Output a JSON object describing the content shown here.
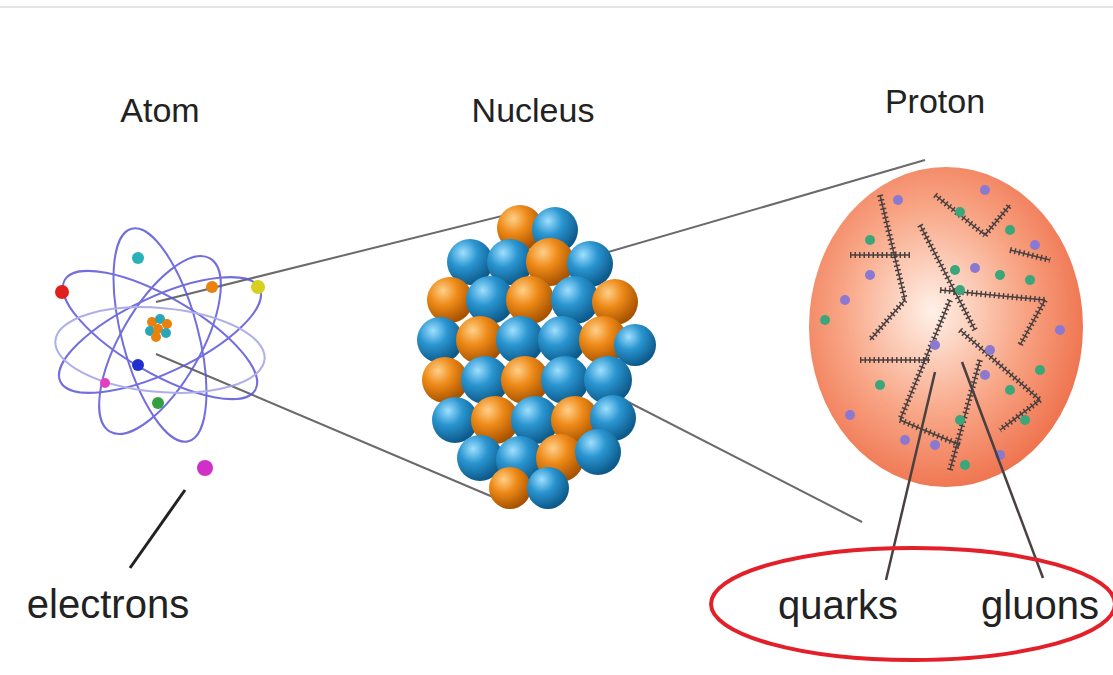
{
  "diagram": {
    "nodes": [
      {
        "text": [
          "quarks",
          "gluons"
        ]
      }
    ],
    "labels": [
      "Atom",
      "Nucleus",
      "Proton",
      "electrons"
    ]
  }
}
